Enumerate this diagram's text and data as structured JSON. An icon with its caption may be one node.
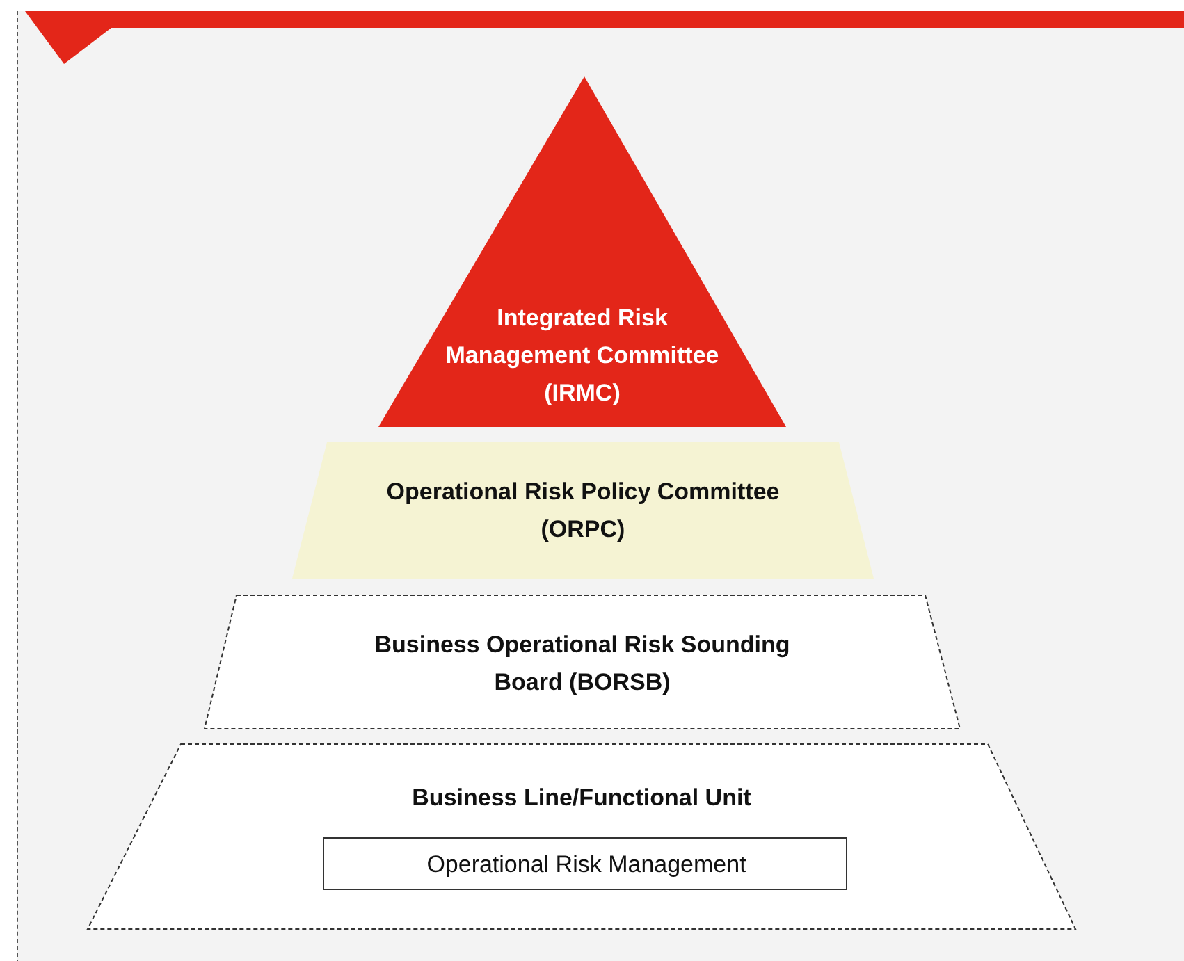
{
  "diagram": {
    "nodes": [
      {
        "text": [
          "Integrated Risk Management Committee (IRMC)"
        ]
      },
      {
        "text": [
          "Operational Risk Policy Committee (ORPC)"
        ]
      },
      {
        "text": [
          "Business Operational Risk Sounding Board (BORSB)"
        ]
      },
      {
        "text": [
          "Business Line/Functional Unit"
        ]
      },
      {
        "text": [
          "Operational Risk Management"
        ],
        "in": 3
      }
    ]
  }
}
